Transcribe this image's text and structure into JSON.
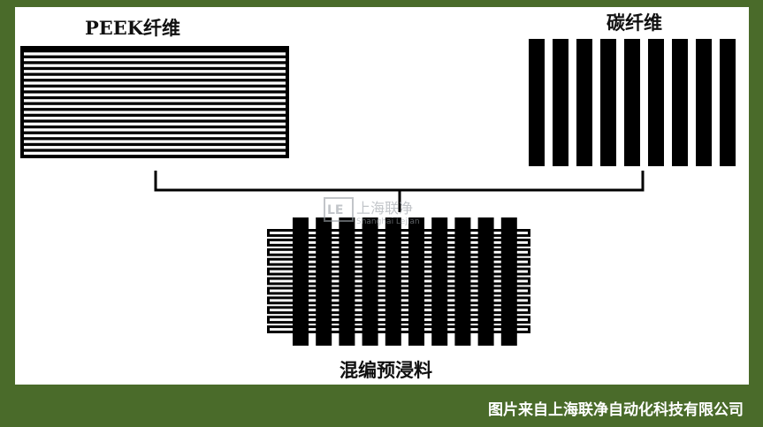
{
  "labels": {
    "peek": "PEEK纤维",
    "carbon": "碳纤维",
    "hybrid": "混编预浸料"
  },
  "watermark": {
    "logo": "LE",
    "company": "上海联净",
    "sub": "Shanghai Lejian"
  },
  "footer": {
    "credit": "图片来自上海联净自动化科技有限公司"
  },
  "colors": {
    "frame": "#4a6b2a",
    "panel": "#ffffff",
    "ink": "#000000",
    "watermark": "#9aa0a6"
  }
}
